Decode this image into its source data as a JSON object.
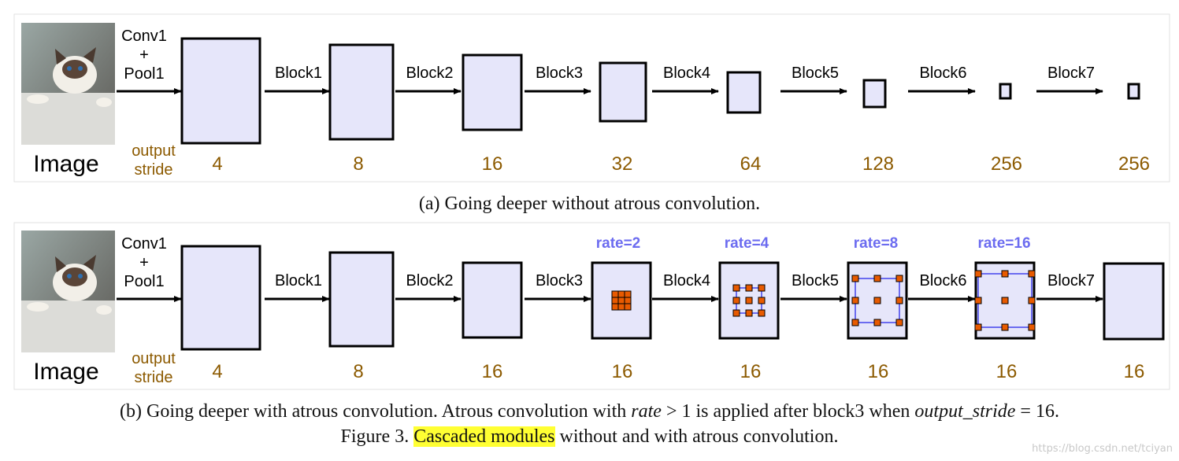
{
  "colors": {
    "block_fill": "#e6e6fa",
    "block_stroke": "#000000",
    "stride_text": "#8c5a00",
    "rate_text": "#6c6cf0",
    "kernel_dot": "#e85a00",
    "kernel_box": "#6c6cf0",
    "highlight": "#ffff33"
  },
  "panel_a": {
    "image_label": "Image",
    "stem_label": [
      "Conv1",
      "+",
      "Pool1"
    ],
    "stride_label": [
      "output",
      "stride"
    ],
    "block_labels": [
      "Block1",
      "Block2",
      "Block3",
      "Block4",
      "Block5",
      "Block6",
      "Block7"
    ],
    "strides": [
      "4",
      "8",
      "16",
      "32",
      "64",
      "128",
      "256",
      "256"
    ]
  },
  "caption_a": "(a) Going deeper without atrous convolution.",
  "panel_b": {
    "image_label": "Image",
    "stem_label": [
      "Conv1",
      "+",
      "Pool1"
    ],
    "stride_label": [
      "output",
      "stride"
    ],
    "block_labels": [
      "Block1",
      "Block2",
      "Block3",
      "Block4",
      "Block5",
      "Block6",
      "Block7"
    ],
    "strides": [
      "4",
      "8",
      "16",
      "16",
      "16",
      "16",
      "16",
      "16"
    ],
    "rates": [
      "rate=2",
      "rate=4",
      "rate=8",
      "rate=16"
    ]
  },
  "caption_b": {
    "part1": "(b) Going deeper with atrous convolution. Atrous convolution with ",
    "math_rate": "rate",
    "math_gt": "> 1",
    "part2": " is applied after block3 when ",
    "math_stride": "output_stride",
    "math_eq": "= 16."
  },
  "figure_caption": {
    "prefix": "Figure 3. ",
    "highlight": "Cascaded modules",
    "suffix": " without and with atrous convolution."
  },
  "watermark": "https://blog.csdn.net/tciyan"
}
